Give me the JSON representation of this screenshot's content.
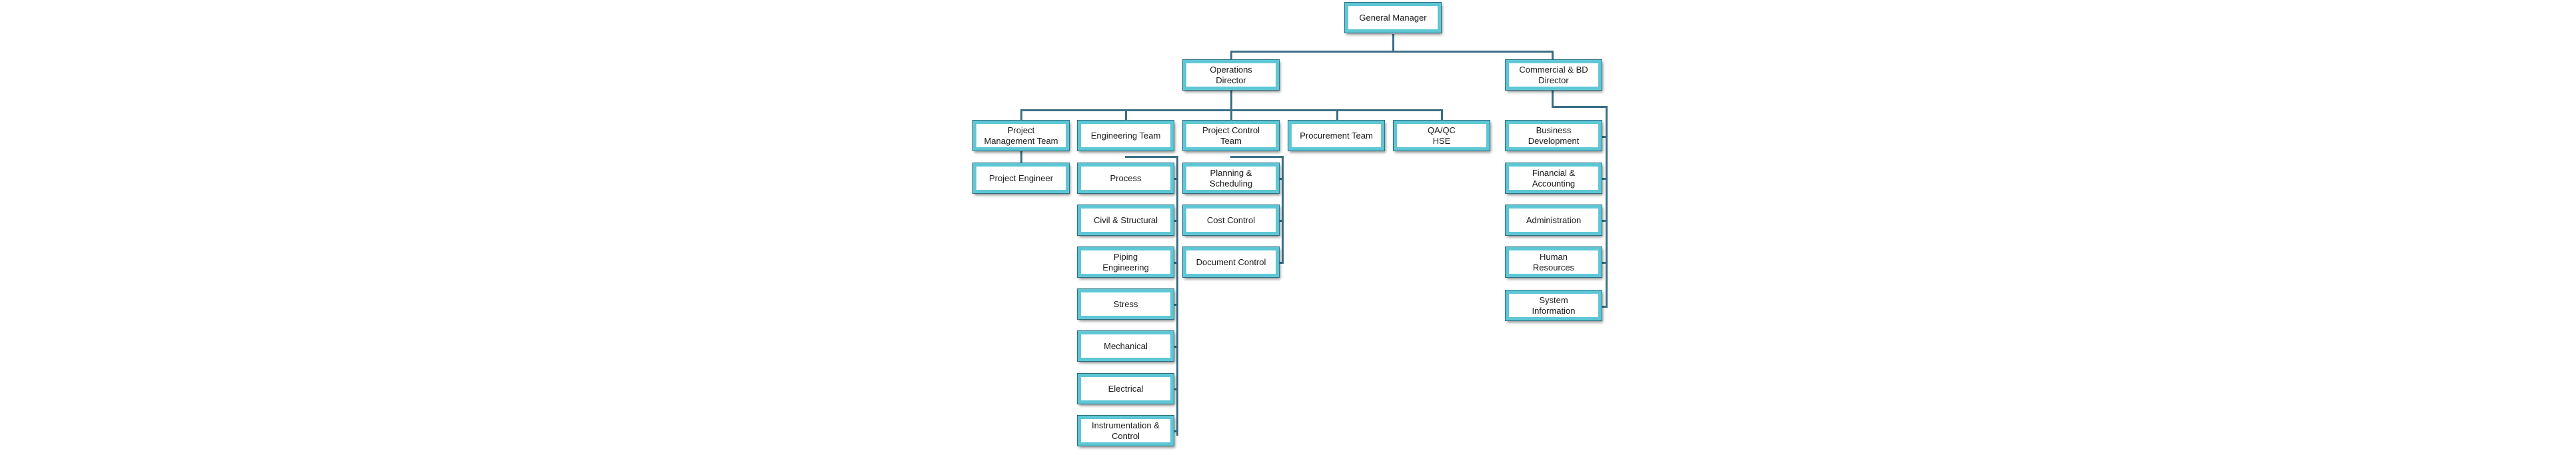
{
  "nodes": {
    "general_manager": "General Manager",
    "operations_director": "Operations\nDirector",
    "commercial_bd_director": "Commercial & BD\nDirector",
    "project_management_team": "Project\nManagement Team",
    "project_engineer": "Project Engineer",
    "engineering_team": "Engineering Team",
    "process": "Process",
    "civil_structural": "Civil & Structural",
    "piping_engineering": "Piping\nEngineering",
    "stress": "Stress",
    "mechanical": "Mechanical",
    "electrical": "Electrical",
    "instrumentation_control": "Instrumentation &\nControl",
    "project_control_team": "Project Control\nTeam",
    "planning_scheduling": "Planning &\nScheduling",
    "cost_control": "Cost Control",
    "document_control": "Document  Control",
    "procurement_team": "Procurement  Team",
    "qa_qc_hse": "QA/QC\nHSE",
    "business_development": "Business\nDevelopment",
    "financial_accounting": "Financial &\nAccounting",
    "administration": "Administration",
    "human_resources": "Human\nResources",
    "system_information": "System\nInformation"
  },
  "colors": {
    "box_border": "#5ec7d6",
    "connector": "#3a6f86"
  }
}
